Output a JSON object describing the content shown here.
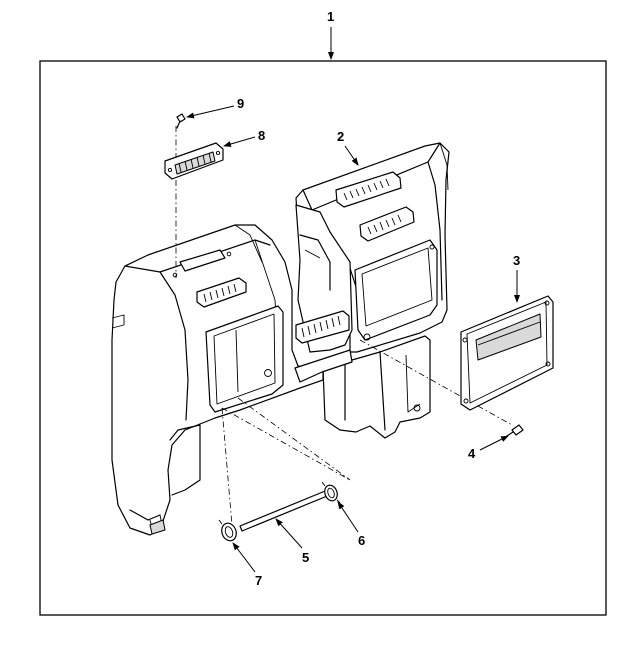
{
  "callouts": {
    "c1": "1",
    "c2": "2",
    "c3": "3",
    "c4": "4",
    "c5": "5",
    "c6": "6",
    "c7": "7",
    "c8": "8",
    "c9": "9"
  },
  "colors": {
    "line": "#000000",
    "background": "#ffffff",
    "shade": "#d9d9d9"
  }
}
